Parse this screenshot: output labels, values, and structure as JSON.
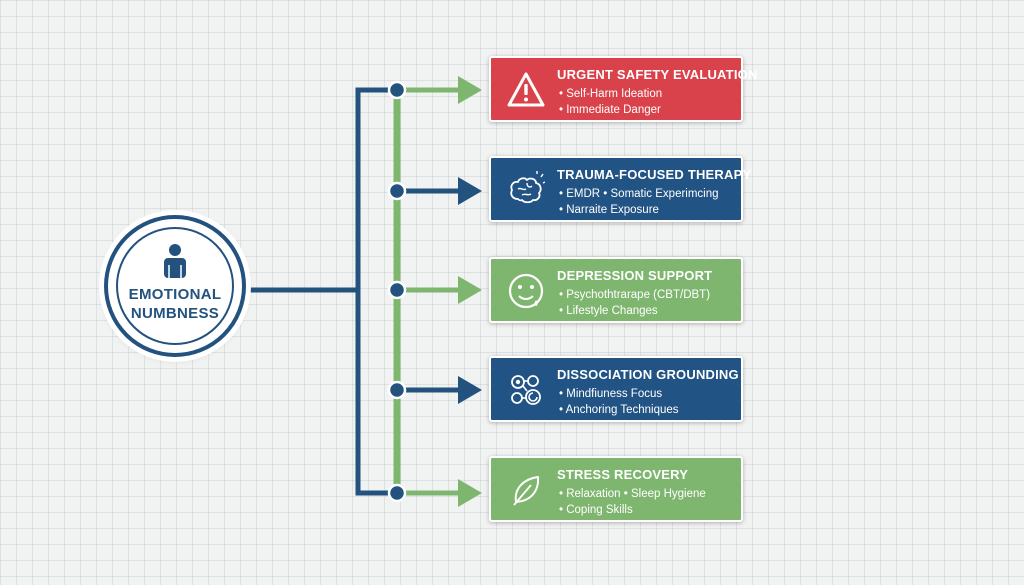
{
  "hub": {
    "label_line1": "EMOTIONAL",
    "label_line2": "NUMBNESS",
    "icon": "person-icon"
  },
  "colors": {
    "navy": "#23527f",
    "green": "#7fb66f",
    "red": "#d9424a",
    "blue": "#215384",
    "background": "#f1f2f2"
  },
  "cards": [
    {
      "title": "URGENT SAFETY EVALUATION",
      "items": [
        "Self-Harm Ideation",
        "Immediate Danger"
      ],
      "color": "red",
      "icon": "warning-icon",
      "arrow": "green"
    },
    {
      "title": "TRAUMA-FOCUSED THERAPY",
      "items": [
        "EMDR • Somatic Experimcing",
        "Narraite Exposure"
      ],
      "color": "blue",
      "icon": "brain-icon",
      "arrow": "navy"
    },
    {
      "title": "DEPRESSION SUPPORT",
      "items": [
        "Psychothtrarape (CBT/DBT)",
        "Lifestyle Changes"
      ],
      "color": "green",
      "icon": "sad-face-icon",
      "arrow": "green"
    },
    {
      "title": "DISSOCIATION GROUNDING",
      "items": [
        "Mindfiuness Focus",
        "Anchoring Techniques"
      ],
      "color": "blue",
      "icon": "grounding-icon",
      "arrow": "navy"
    },
    {
      "title": "STRESS RECOVERY",
      "items": [
        "Relaxation • Sleep Hygiene",
        "Coping Skills"
      ],
      "color": "green",
      "icon": "leaf-icon",
      "arrow": "green"
    }
  ]
}
